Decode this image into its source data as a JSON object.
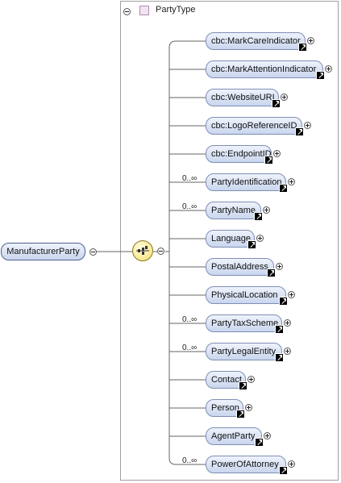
{
  "root": {
    "label": "ManufacturerParty"
  },
  "type": {
    "name": "PartyType"
  },
  "occurrence_many": "0..∞",
  "elements": [
    {
      "label": "cbc:MarkCareIndicator",
      "ref": true,
      "multi": false
    },
    {
      "label": "cbc:MarkAttentionIndicator",
      "ref": true,
      "multi": false
    },
    {
      "label": "cbc:WebsiteURI",
      "ref": true,
      "multi": false
    },
    {
      "label": "cbc:LogoReferenceID",
      "ref": true,
      "multi": false
    },
    {
      "label": "cbc:EndpointID",
      "ref": true,
      "multi": false
    },
    {
      "label": "PartyIdentification",
      "ref": true,
      "multi": true
    },
    {
      "label": "PartyName",
      "ref": true,
      "multi": true
    },
    {
      "label": "Language",
      "ref": true,
      "multi": false
    },
    {
      "label": "PostalAddress",
      "ref": true,
      "multi": false
    },
    {
      "label": "PhysicalLocation",
      "ref": true,
      "multi": false
    },
    {
      "label": "PartyTaxScheme",
      "ref": true,
      "multi": true
    },
    {
      "label": "PartyLegalEntity",
      "ref": true,
      "multi": true
    },
    {
      "label": "Contact",
      "ref": true,
      "multi": false
    },
    {
      "label": "Person",
      "ref": true,
      "multi": false
    },
    {
      "label": "AgentParty",
      "ref": true,
      "multi": false
    },
    {
      "label": "PowerOfAttorney",
      "ref": true,
      "multi": true
    }
  ]
}
